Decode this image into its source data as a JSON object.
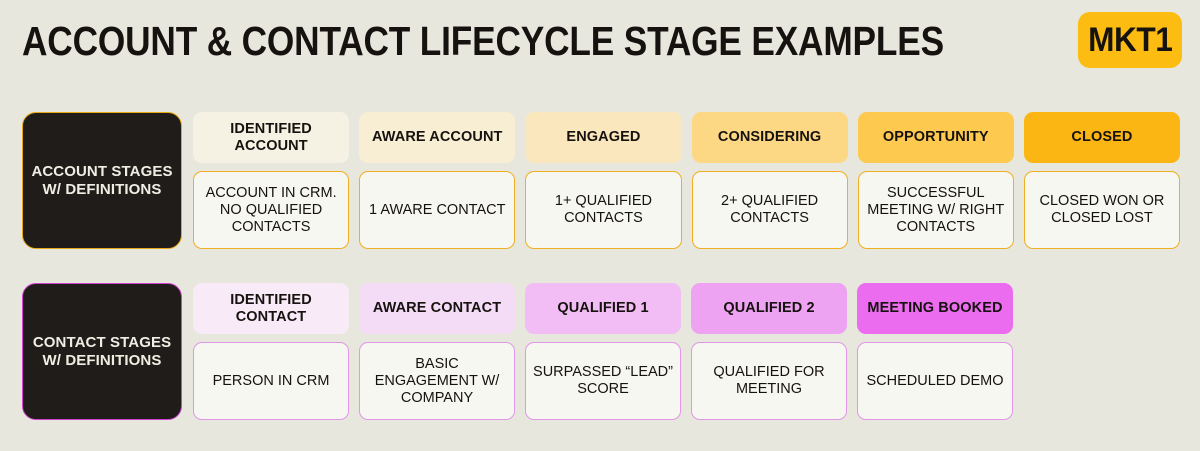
{
  "header": {
    "title": "ACCOUNT & CONTACT LIFECYCLE STAGE EXAMPLES",
    "logo": "MKT1",
    "logo_color": "#fcbc11"
  },
  "background_color": "#e7e7dd",
  "rows": [
    {
      "id": "account",
      "label": "ACCOUNT STAGES W/ DEFINITIONS",
      "accent_color": "#e8a815",
      "definition_border": "#f0ae22",
      "stages": [
        {
          "name": "IDENTIFIED ACCOUNT",
          "definition": "ACCOUNT IN CRM. NO QUALIFIED CONTACTS",
          "color": "#f5f2e4"
        },
        {
          "name": "AWARE ACCOUNT",
          "definition": "1 AWARE CONTACT",
          "color": "#f8eed3"
        },
        {
          "name": "ENGAGED",
          "definition": "1+ QUALIFIED CONTACTS",
          "color": "#fae7bd"
        },
        {
          "name": "CONSIDERING",
          "definition": "2+ QUALIFIED CONTACTS",
          "color": "#fcd884"
        },
        {
          "name": "OPPORTUNITY",
          "definition": "SUCCESSFUL MEETING W/ RIGHT CONTACTS",
          "color": "#fdc94f"
        },
        {
          "name": "CLOSED",
          "definition": "CLOSED WON OR CLOSED LOST",
          "color": "#fcb613"
        }
      ]
    },
    {
      "id": "contact",
      "label": "CONTACT STAGES W/ DEFINITIONS",
      "accent_color": "#cf3fd0",
      "definition_border": "#e296e8",
      "stages": [
        {
          "name": "IDENTIFIED CONTACT",
          "definition": "PERSON IN CRM",
          "color": "#f9eaf7"
        },
        {
          "name": "AWARE CONTACT",
          "definition": "BASIC ENGAGEMENT W/ COMPANY",
          "color": "#f5dcf6"
        },
        {
          "name": "QUALIFIED 1",
          "definition": "SURPASSED “LEAD” SCORE",
          "color": "#f2bdf4"
        },
        {
          "name": "QUALIFIED 2",
          "definition": "QUALIFIED FOR MEETING",
          "color": "#eda2f2"
        },
        {
          "name": "MEETING BOOKED",
          "definition": "SCHEDULED DEMO",
          "color": "#ec6cf0"
        }
      ]
    }
  ]
}
